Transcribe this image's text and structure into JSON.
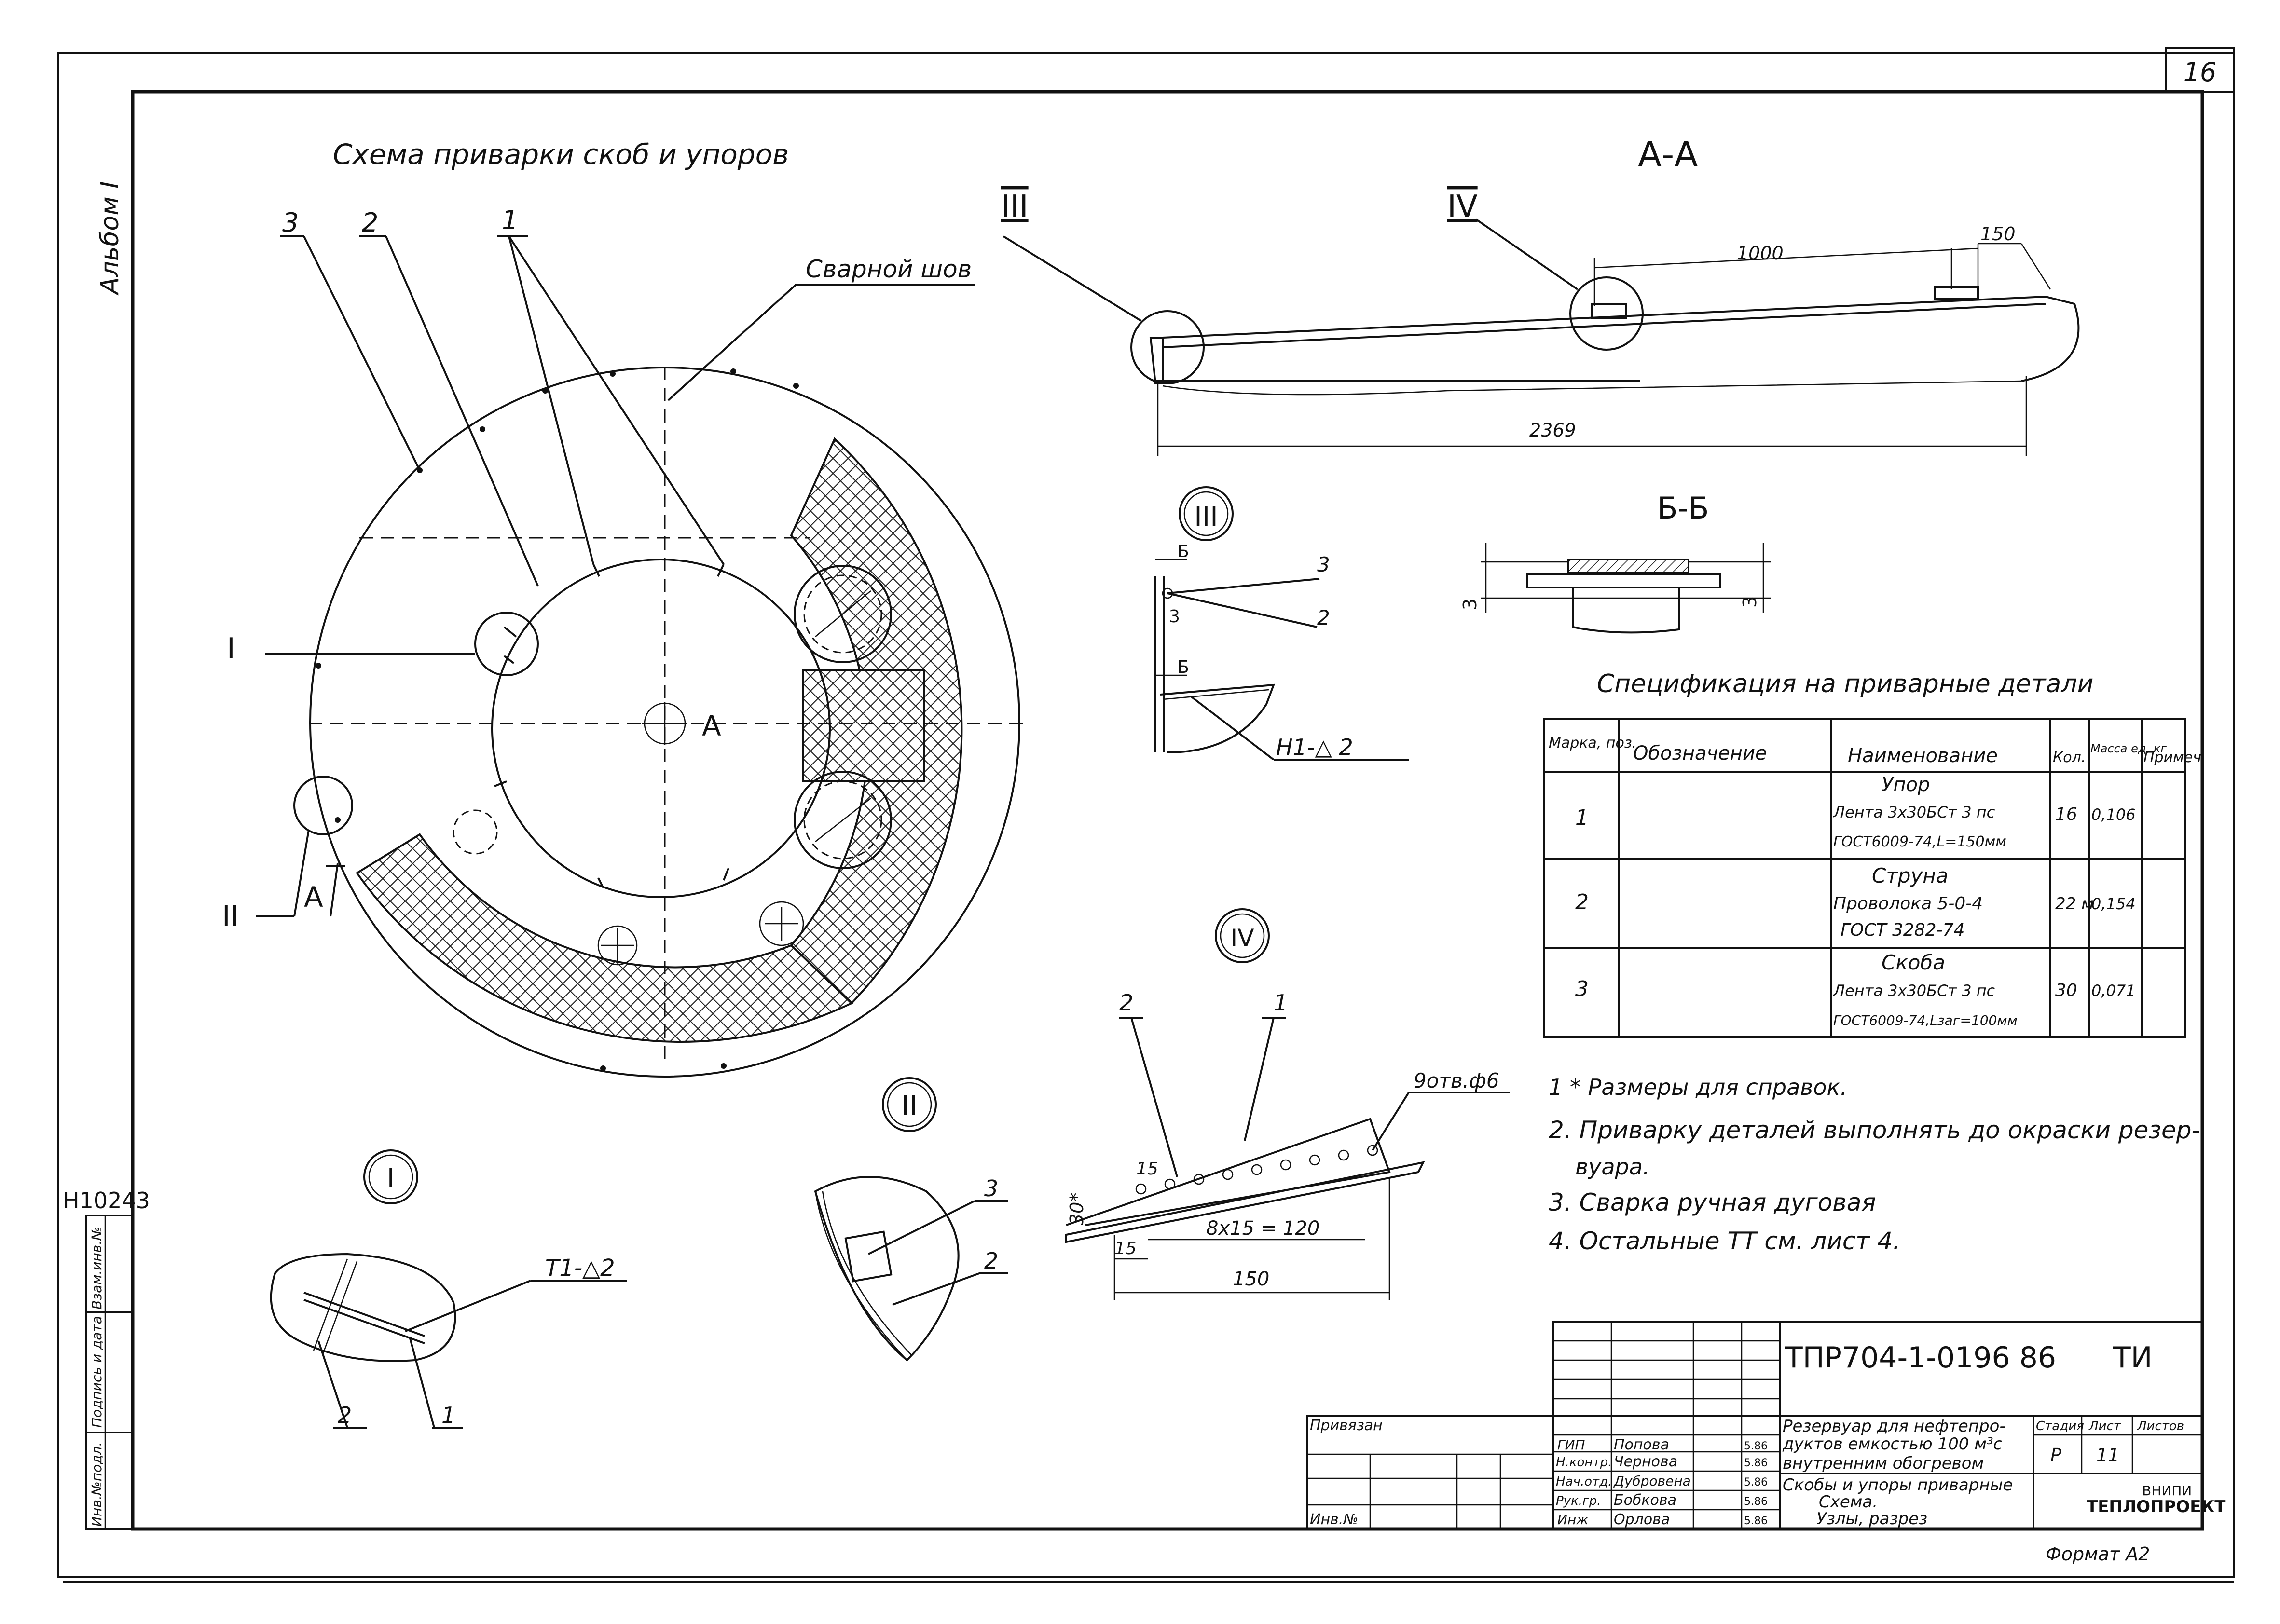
{
  "sheet_number": "16",
  "album": "Альбом I",
  "inventory_stamp": "Н10243",
  "left_strip": {
    "inv_podl": "Инв.№подл.",
    "podpis_data": "Подпись и дата",
    "vzam_inv": "Взам.инв.№"
  },
  "scheme": {
    "title": "Схема приварки скоб и упоров",
    "weld_label": "Сварной шов",
    "pos_labels": [
      "3",
      "2",
      "1"
    ],
    "node_labels": [
      "I",
      "II",
      "А",
      "А"
    ]
  },
  "section_aa": {
    "title": "А-А",
    "node_III": "III",
    "node_IV": "IV",
    "dim_1000": "1000",
    "dim_150": "150",
    "dim_2369": "2369"
  },
  "node_III": {
    "label": "III",
    "b_mark": "Б",
    "pos3": "3",
    "pos2": "2",
    "dim3": "3",
    "weld": "Н1-△ 2"
  },
  "section_bb": {
    "title": "Б-Б",
    "dim3": "3"
  },
  "node_I": {
    "label": "I",
    "weld": "Т1-△2",
    "pos2": "2",
    "pos1": "1"
  },
  "node_II": {
    "label": "II",
    "pos3": "3",
    "pos2": "2"
  },
  "node_IV": {
    "label": "IV",
    "pos2": "2",
    "pos1": "1",
    "holes": "9отв.ф6",
    "dim15a": "15",
    "dim_pitch": "8х15 = 120",
    "dim15b": "15",
    "dim150": "150",
    "dim30": "30*"
  },
  "spec": {
    "title": "Спецификация на приварные детали",
    "headers": [
      "Марка, поз.",
      "Обозначение",
      "Наименование",
      "Кол.",
      "Масса ед, кг",
      "Примеч"
    ],
    "rows": [
      {
        "mark": "1",
        "name_title": "Упор",
        "name1": "Лента 3х30БСт 3 пс",
        "name2": "ГОСТ6009-74,L=150мм",
        "qty": "16",
        "mass": "0,106"
      },
      {
        "mark": "2",
        "name_title": "Струна",
        "name1": "Проволока 5-0-4",
        "name2": "ГОСТ 3282-74",
        "qty": "22 м",
        "mass": "0,154"
      },
      {
        "mark": "3",
        "name_title": "Скоба",
        "name1": "Лента 3х30БСт 3 пс",
        "name2": "ГОСТ6009-74,Lзаг=100мм",
        "qty": "30",
        "mass": "0,071"
      }
    ]
  },
  "notes": [
    "1 * Размеры для справок.",
    "2. Приварку деталей выполнять до окраски резер-",
    "вуара.",
    "3. Сварка ручная дуговая",
    "4. Остальные ТТ см. лист 4."
  ],
  "title_block": {
    "code": "ТПР704-1-0196 86",
    "doc_type": "ТИ",
    "privyazan": "Привязан",
    "inv_no": "Инв.№",
    "roles": [
      "ГИП",
      "Н.контр.",
      "Нач.отд.",
      "Рук.гр.",
      "Инж"
    ],
    "names": [
      "Попова",
      "Чернова",
      "Дубровена",
      "Бобкова",
      "Орлова"
    ],
    "dates": [
      "5.86",
      "5.86",
      "5.86",
      "5.86",
      "5.86"
    ],
    "project_line1": "Резервуар для нефтепро-",
    "project_line2": "дуктов емкостью 100 м³с",
    "project_line3": "внутренним обогревом",
    "sheet_title1": "Скобы и упоры приварные",
    "sheet_title2": "Схема.",
    "sheet_title3": "Узлы, разрез",
    "stage_hdr": "Стадия",
    "sheet_hdr": "Лист",
    "sheets_hdr": "Листов",
    "stage": "Р",
    "sheet": "11",
    "org1": "ВНИПИ",
    "org2": "ТЕПЛОПРОЕКТ",
    "format": "Формат А2"
  }
}
